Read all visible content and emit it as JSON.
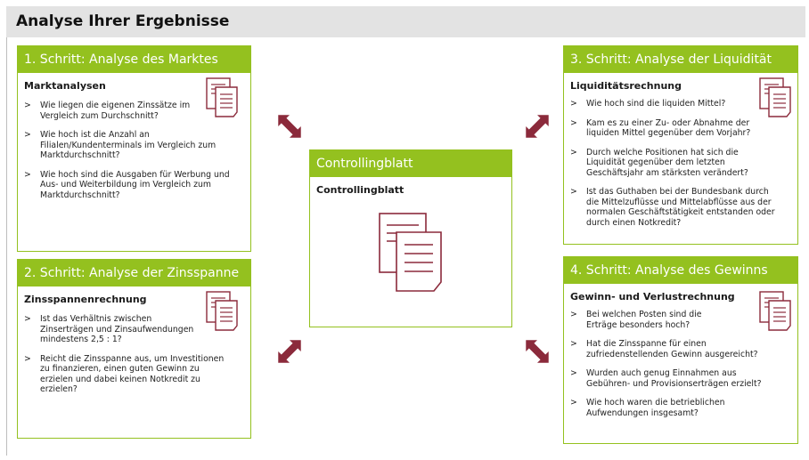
{
  "page": {
    "title": "Analyse Ihrer Ergebnisse"
  },
  "cards": {
    "markt": {
      "title": "1. Schritt: Analyse des Marktes",
      "subtitle": "Marktanalysen",
      "items": [
        "Wie liegen die eigenen Zinssätze im Vergleich zum Durchschnitt?",
        "Wie hoch ist die Anzahl an Filialen/Kundenterminals im Vergleich zum Marktdurchschnitt?",
        "Wie hoch sind die Ausgaben für Werbung und Aus- und Weiterbildung im Vergleich zum Marktdurchschnitt?"
      ]
    },
    "zins": {
      "title": "2. Schritt: Analyse der Zinsspanne",
      "subtitle": "Zinsspannenrechnung",
      "items": [
        "Ist das Verhältnis zwischen Zinserträgen und Zinsaufwendungen mindestens 2,5 : 1?",
        "Reicht die Zinsspanne aus, um Investitionen zu finanzieren, einen guten Gewinn zu erzielen und dabei keinen Notkredit zu erzielen?"
      ]
    },
    "liquiditaet": {
      "title": "3. Schritt: Analyse der Liquidität",
      "subtitle": "Liquiditätsrechnung",
      "items": [
        "Wie hoch sind die liquiden Mittel?",
        "Kam es zu einer Zu- oder Abnahme der liquiden Mittel gegenüber dem Vorjahr?",
        "Durch welche Positionen hat sich die Liquidität gegenüber dem letzten Geschäftsjahr am stärksten verändert?",
        "Ist das Guthaben bei der Bundesbank durch die Mittelzuflüsse und Mittelabflüsse aus der normalen Geschäftstätigkeit entstanden oder durch einen Notkredit?"
      ]
    },
    "gewinn": {
      "title": "4. Schritt: Analyse des Gewinns",
      "subtitle": "Gewinn- und Verlustrechnung",
      "items": [
        "Bei welchen Posten sind die Erträge besonders hoch?",
        "Hat die Zinsspanne für einen zufriedenstellenden Gewinn ausgereicht?",
        "Wurden auch genug Einnahmen aus Gebühren- und Provisionserträgen erzielt?",
        "Wie hoch waren die betrieblichen Aufwendungen insgesamt?"
      ]
    },
    "controlling": {
      "title": "Controllingblatt",
      "subtitle": "Controllingblatt"
    }
  },
  "colors": {
    "accent": "#94c11f",
    "arrow": "#8b2a3b",
    "header_bg": "#e3e3e3"
  },
  "icons": {
    "bullet": ">",
    "document": "document-stack-icon",
    "arrow": "double-arrow-icon"
  }
}
